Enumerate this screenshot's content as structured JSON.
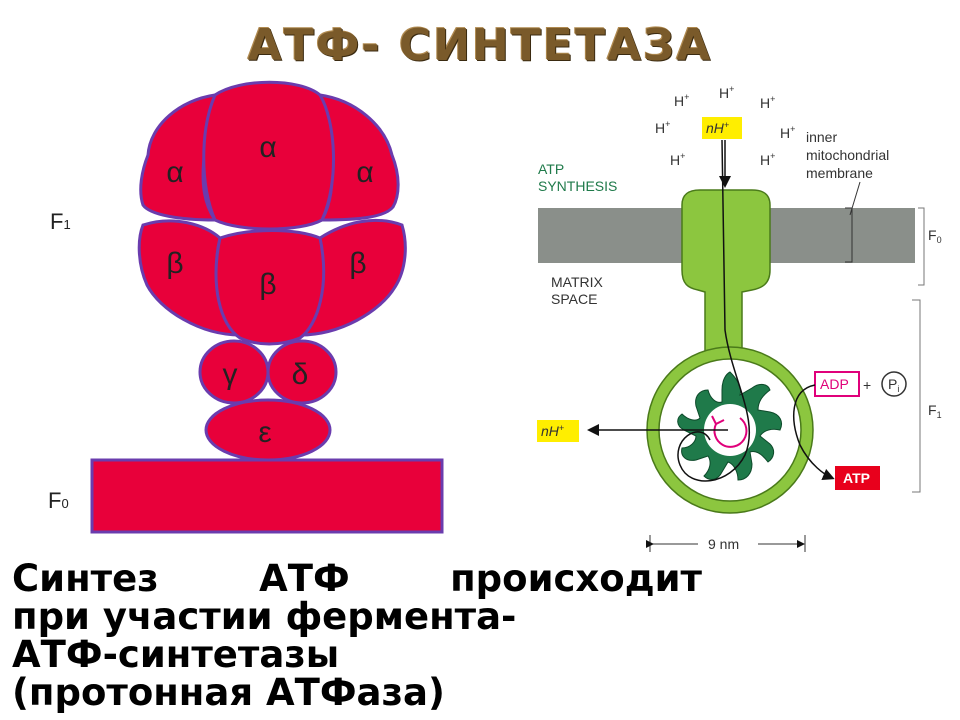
{
  "title": "АТФ- СИНТЕТАЗА",
  "left": {
    "alpha": "α",
    "beta": "β",
    "gamma": "γ",
    "delta": "δ",
    "epsilon": "ε",
    "f1": {
      "base": "F",
      "sub": "1"
    },
    "f0": {
      "base": "F",
      "sub": "0"
    },
    "colors": {
      "fill": "#e8003a",
      "stroke": "#6a3cae"
    }
  },
  "right": {
    "h": "H",
    "plus": "+",
    "nh_in": "nH",
    "nh_out": "nH",
    "atp_synthesis": [
      "ATP",
      "SYNTHESIS"
    ],
    "matrix_space": [
      "MATRIX",
      "SPACE"
    ],
    "membrane_label": [
      "inner",
      "mitochondrial",
      "membrane"
    ],
    "f0": {
      "base": "F",
      "sub": "0"
    },
    "f1": {
      "base": "F",
      "sub": "1"
    },
    "adp": "ADP",
    "pi": {
      "base": "P",
      "sub": "i"
    },
    "atp": "ATP",
    "scale": "9 nm",
    "colors": {
      "green": "#8cc63f",
      "dark_green": "#1f7a4a",
      "membrane": "#8a8f8a",
      "yellow": "#ffee00",
      "atp_red": "#e8001c",
      "adp_pink": "#e0007a"
    }
  },
  "caption": {
    "line1": [
      "Синтез",
      "АТФ",
      "происходит"
    ],
    "line2": "при участии фермента-",
    "line3": "АТФ-синтетазы",
    "line4": "(протонная АТФаза)"
  }
}
